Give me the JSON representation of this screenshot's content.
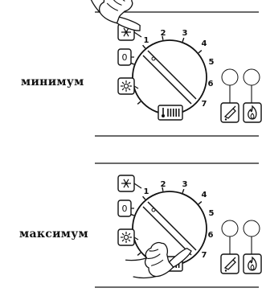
{
  "panels": [
    {
      "label": "минимум",
      "dial_numbers": [
        "1",
        "2",
        "3",
        "4",
        "5",
        "6",
        "7"
      ],
      "zero_text": "0",
      "hand_target": "frost-protection-position"
    },
    {
      "label": "максимум",
      "dial_numbers": [
        "1",
        "2",
        "3",
        "4",
        "5",
        "6",
        "7"
      ],
      "zero_text": "0",
      "hand_target": "maximum-position"
    }
  ],
  "icons": {
    "frost": "snowflake-icon",
    "sun": "sun-icon",
    "radiator": "radiator-thermometer-icon",
    "tap": "tap-water-icon",
    "flame": "flame-icon"
  },
  "colors": {
    "ink": "#111111",
    "background": "#ffffff"
  }
}
